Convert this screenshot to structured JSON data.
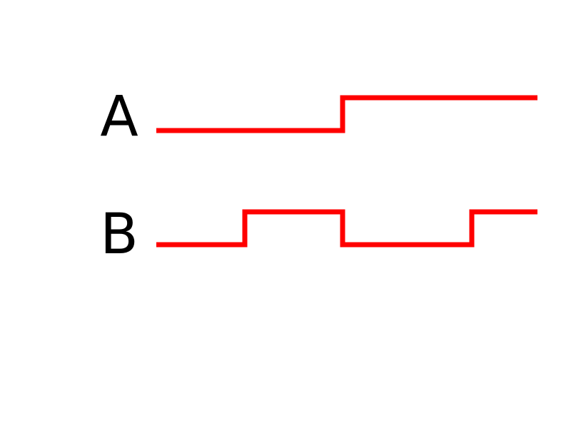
{
  "diagram": {
    "trace_color": "#ff0000",
    "label_color": "#000000",
    "signals": [
      {
        "label": "A",
        "levels": [
          0,
          0,
          1,
          1
        ]
      },
      {
        "label": "B",
        "levels": [
          0,
          1,
          0,
          1
        ]
      }
    ]
  }
}
